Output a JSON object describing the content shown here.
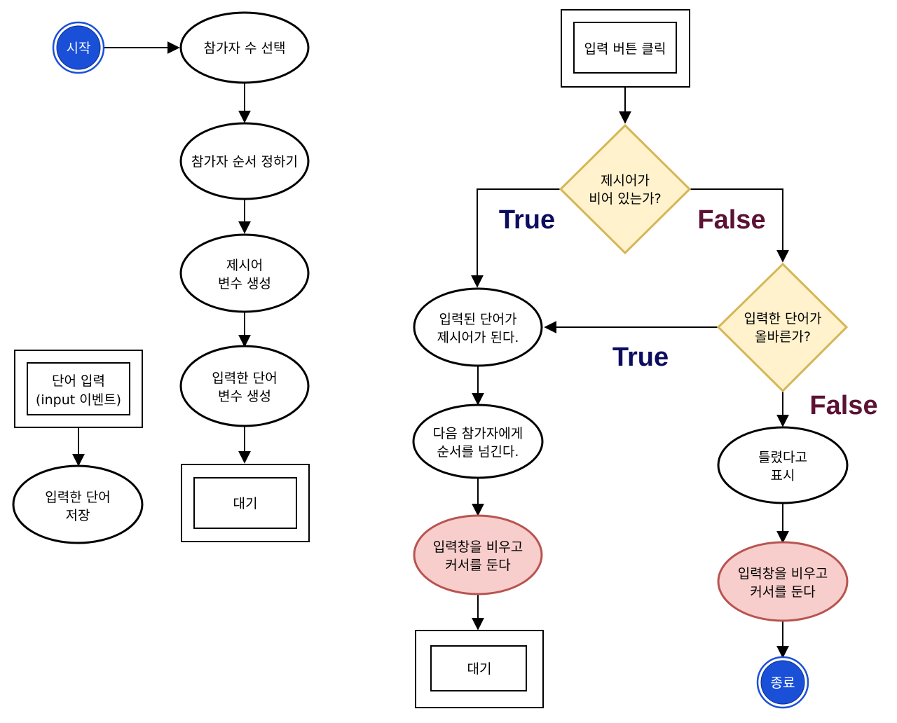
{
  "nodes": {
    "start": "시작",
    "select_players": "참가자 수 선택",
    "set_order": "참가자 순서 정하기",
    "make_word_var": [
      "제시어",
      "변수 생성"
    ],
    "make_input_var": [
      "입력한 단어",
      "변수 생성"
    ],
    "wait_left": "대기",
    "word_input_event": [
      "단어 입력",
      "(input 이벤트)"
    ],
    "save_input": [
      "입력한 단어",
      "저장"
    ],
    "click_input_button": "입력 버튼 클릭",
    "is_word_empty": [
      "제시어가",
      "비어 있는가?"
    ],
    "input_becomes_word": [
      "입력된 단어가",
      "제시어가 된다."
    ],
    "pass_turn": [
      "다음 참가자에게",
      "순서를 넘긴다."
    ],
    "clear_input_mid": [
      "입력창을 비우고",
      "커서를 둔다"
    ],
    "wait_mid": "대기",
    "is_input_correct": [
      "입력한 단어가",
      "올바른가?"
    ],
    "show_wrong": [
      "틀렸다고",
      "표시"
    ],
    "clear_input_right": [
      "입력창을 비우고",
      "커서를 둔다"
    ],
    "end": "종료"
  },
  "branches": {
    "empty_true": "True",
    "empty_false": "False",
    "correct_true": "True",
    "correct_false": "False"
  },
  "colors": {
    "terminal_fill": "#1a4fd8",
    "terminal_ring": "#1a4fd8",
    "decision_fill": "#fff2cc",
    "decision_stroke": "#d6b656",
    "highlight_fill": "#f8cecc",
    "highlight_stroke": "#b85450",
    "true_text": "#0d0d5f",
    "false_text": "#5c1234"
  }
}
